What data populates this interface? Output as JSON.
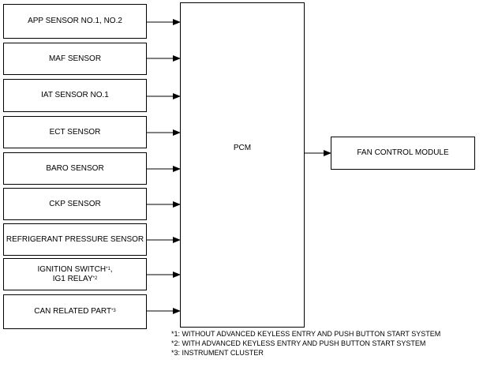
{
  "inputs": [
    {
      "label": "APP SENSOR NO.1, NO.2"
    },
    {
      "label": "MAF SENSOR"
    },
    {
      "label": "IAT SENSOR NO.1"
    },
    {
      "label": "ECT SENSOR"
    },
    {
      "label": "BARO SENSOR"
    },
    {
      "label": "CKP SENSOR"
    },
    {
      "label": "REFRIGERANT PRESSURE SENSOR"
    },
    {
      "line1": "IGNITION SWITCH",
      "line1_sup": "*1",
      "line1_tail": ",",
      "line2": "IG1 RELAY",
      "line2_sup": "*2"
    },
    {
      "label": "CAN RELATED PART",
      "sup": "*3"
    }
  ],
  "pcm": {
    "label": "PCM"
  },
  "output": {
    "label": "FAN CONTROL MODULE"
  },
  "notes": [
    "*1: WITHOUT ADVANCED KEYLESS ENTRY AND PUSH BUTTON START SYSTEM",
    "*2: WITH ADVANCED KEYLESS ENTRY AND PUSH BUTTON START SYSTEM",
    "*3: INSTRUMENT CLUSTER"
  ]
}
